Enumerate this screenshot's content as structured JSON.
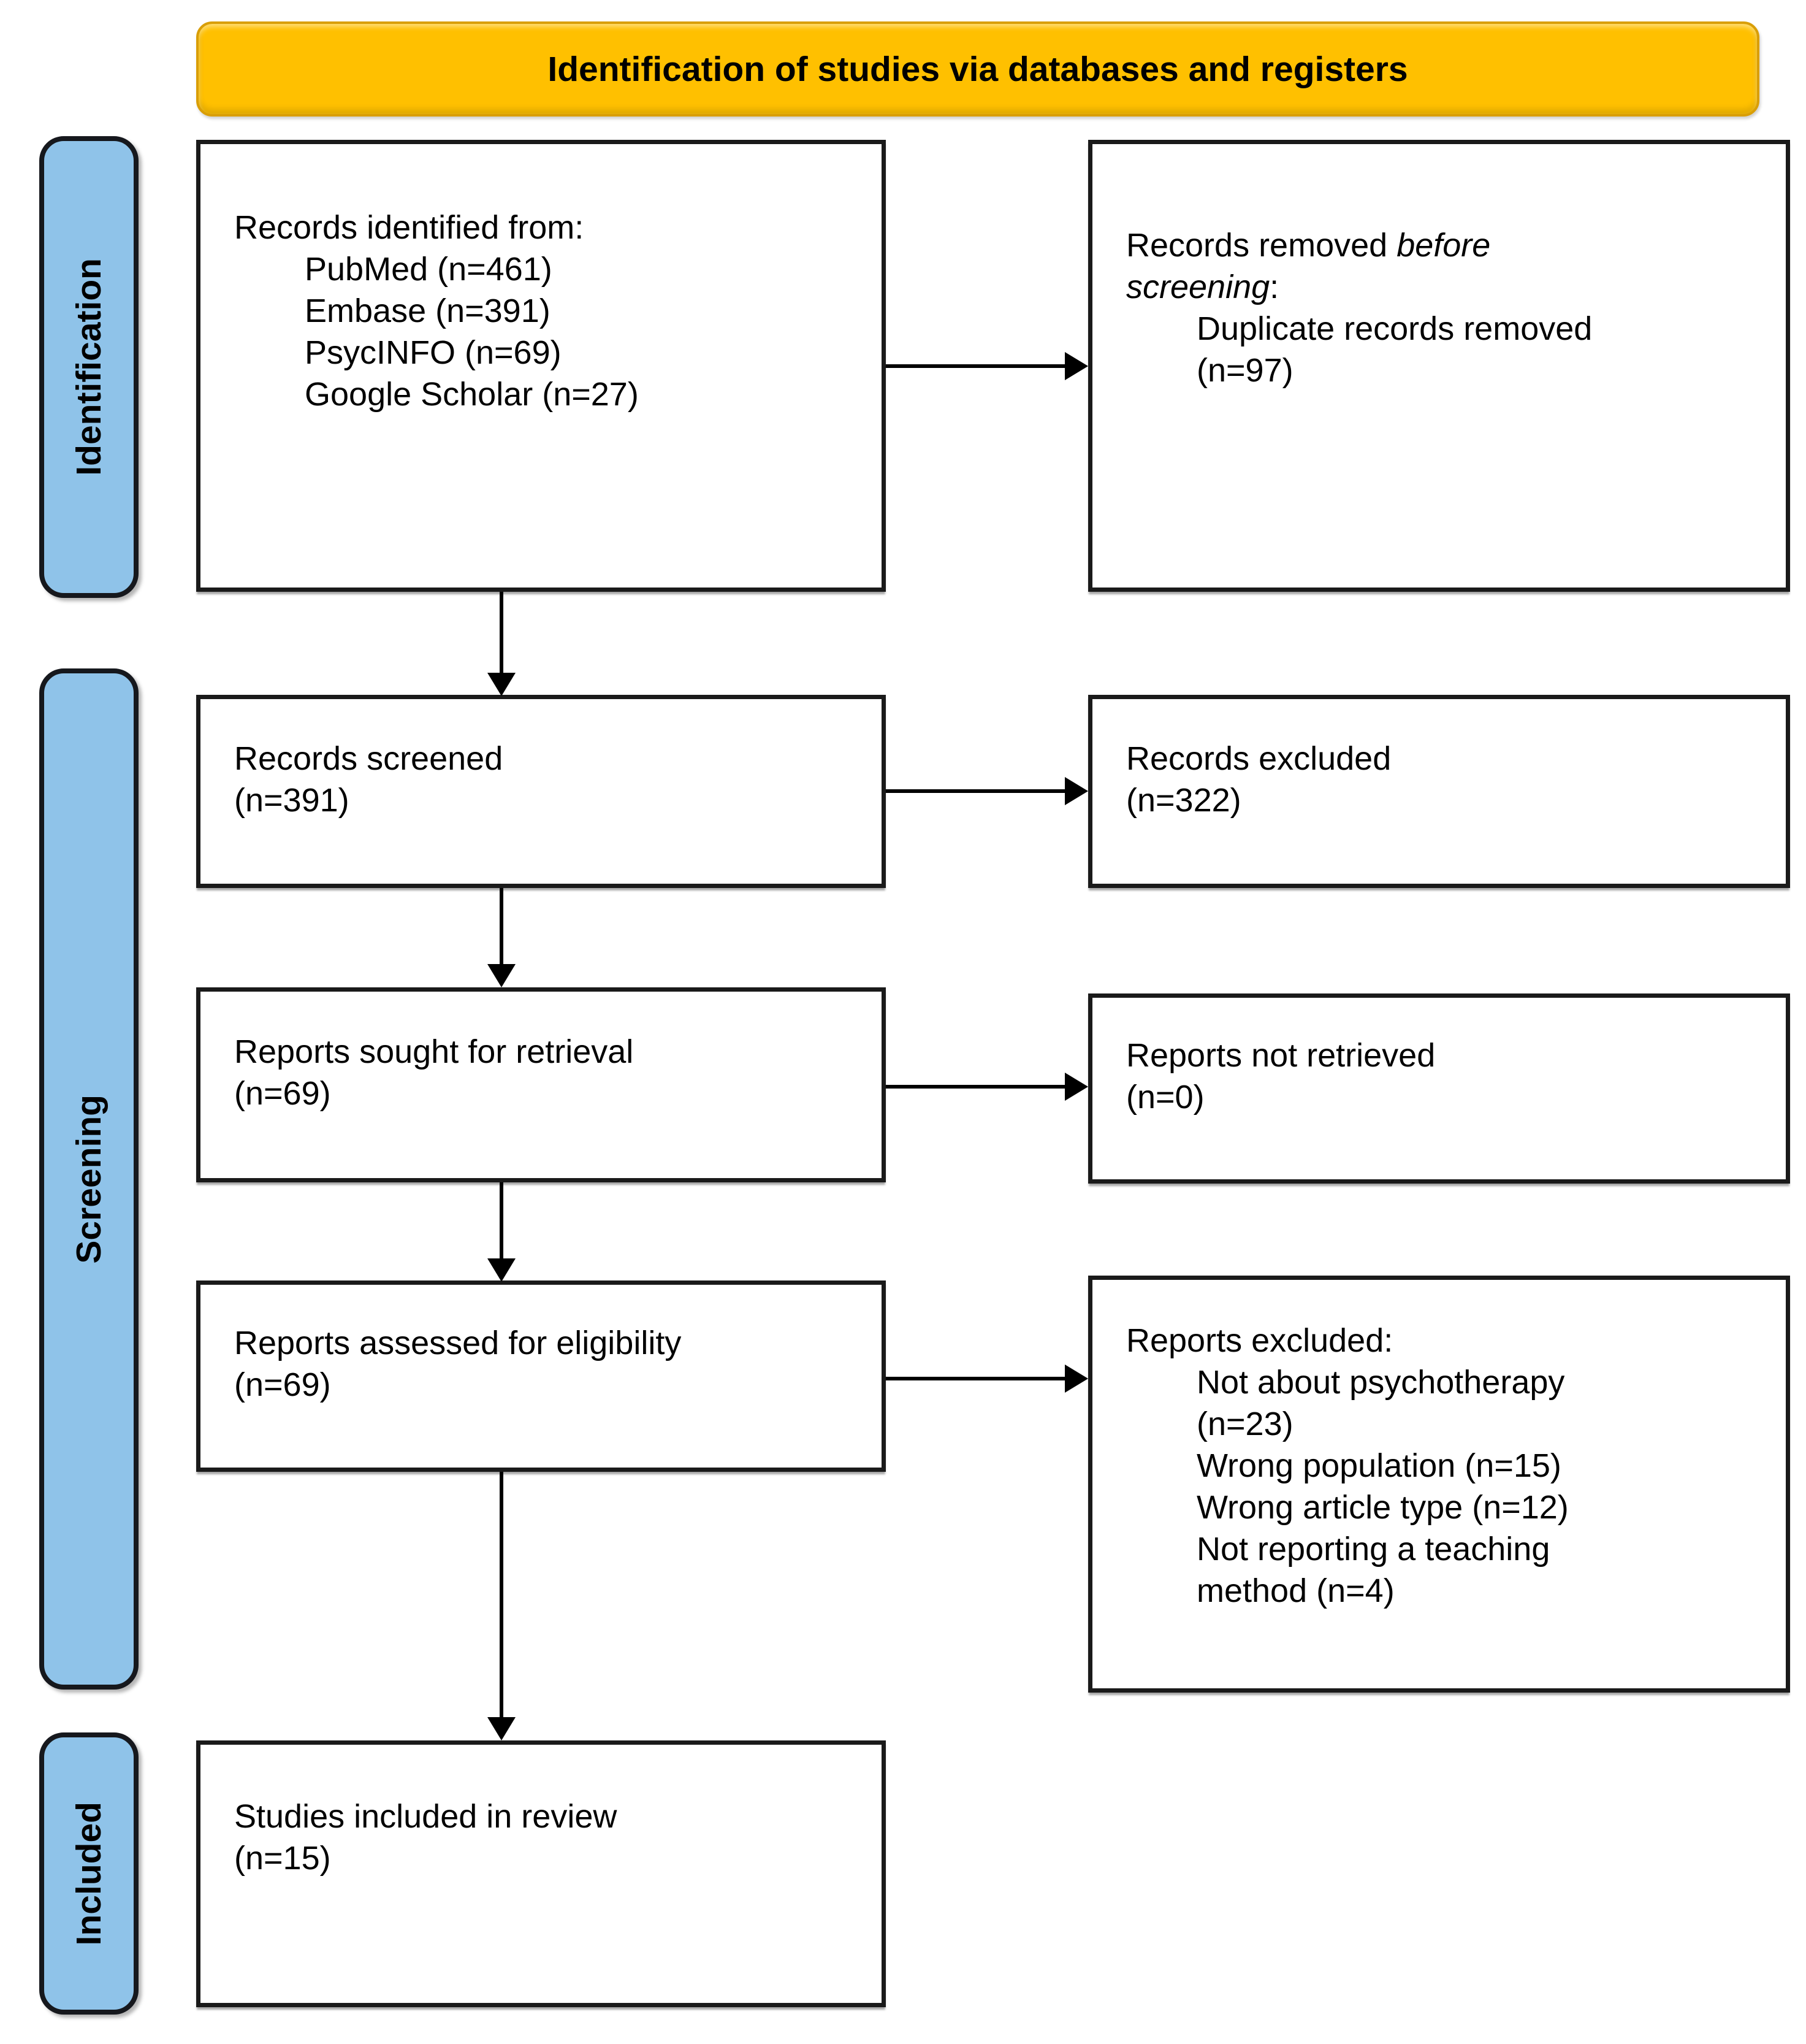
{
  "header": {
    "title": "Identification of studies via databases and registers"
  },
  "sidebar": {
    "identification_label": "Identification",
    "screening_label": "Screening",
    "included_label": "Included"
  },
  "colors": {
    "header_fill": "#FFC000",
    "header_border": "#D99E06",
    "sidebar_fill": "#8FC3E9",
    "sidebar_border": "#16181D",
    "box_border": "#1A1A1A",
    "arrow_color": "#000000"
  },
  "boxes": {
    "records_identified": {
      "lines": [
        {
          "text": "Records identified from:"
        },
        {
          "text": "PubMed (n=461)",
          "indent": 1
        },
        {
          "text": "Embase (n=391)",
          "indent": 1
        },
        {
          "text": "PsycINFO (n=69)",
          "indent": 1
        },
        {
          "text": "Google Scholar (n=27)",
          "indent": 1
        }
      ]
    },
    "records_removed_before_screening": {
      "lines": [
        {
          "segments": [
            {
              "text": "Records removed "
            },
            {
              "text": "before",
              "italic": true
            }
          ]
        },
        {
          "segments": [
            {
              "text": "screening",
              "italic": true
            },
            {
              "text": ":"
            }
          ]
        },
        {
          "text": "Duplicate records removed",
          "indent": 1
        },
        {
          "text": "(n=97)",
          "indent": 1
        }
      ]
    },
    "records_screened": {
      "lines": [
        {
          "text": "Records screened"
        },
        {
          "text": "(n=391)"
        }
      ]
    },
    "records_excluded": {
      "lines": [
        {
          "text": "Records excluded"
        },
        {
          "text": "(n=322)"
        }
      ]
    },
    "reports_sought": {
      "lines": [
        {
          "text": "Reports sought for retrieval"
        },
        {
          "text": "(n=69)"
        }
      ]
    },
    "reports_not_retrieved": {
      "lines": [
        {
          "text": "Reports not retrieved"
        },
        {
          "text": "(n=0)"
        }
      ]
    },
    "reports_assessed": {
      "lines": [
        {
          "text": "Reports assessed for eligibility"
        },
        {
          "text": "(n=69)"
        }
      ]
    },
    "reports_excluded": {
      "lines": [
        {
          "text": "Reports excluded:"
        },
        {
          "text": "Not about psychotherapy",
          "indent": 1
        },
        {
          "text": "(n=23)",
          "indent": 1
        },
        {
          "text": "Wrong population (n=15)",
          "indent": 1
        },
        {
          "text": "Wrong article type (n=12)",
          "indent": 1
        },
        {
          "text": "Not reporting a teaching",
          "indent": 1
        },
        {
          "text": "method (n=4)",
          "indent": 1
        }
      ]
    },
    "studies_included": {
      "lines": [
        {
          "text": "Studies included in review"
        },
        {
          "text": "(n=15)"
        }
      ]
    }
  }
}
